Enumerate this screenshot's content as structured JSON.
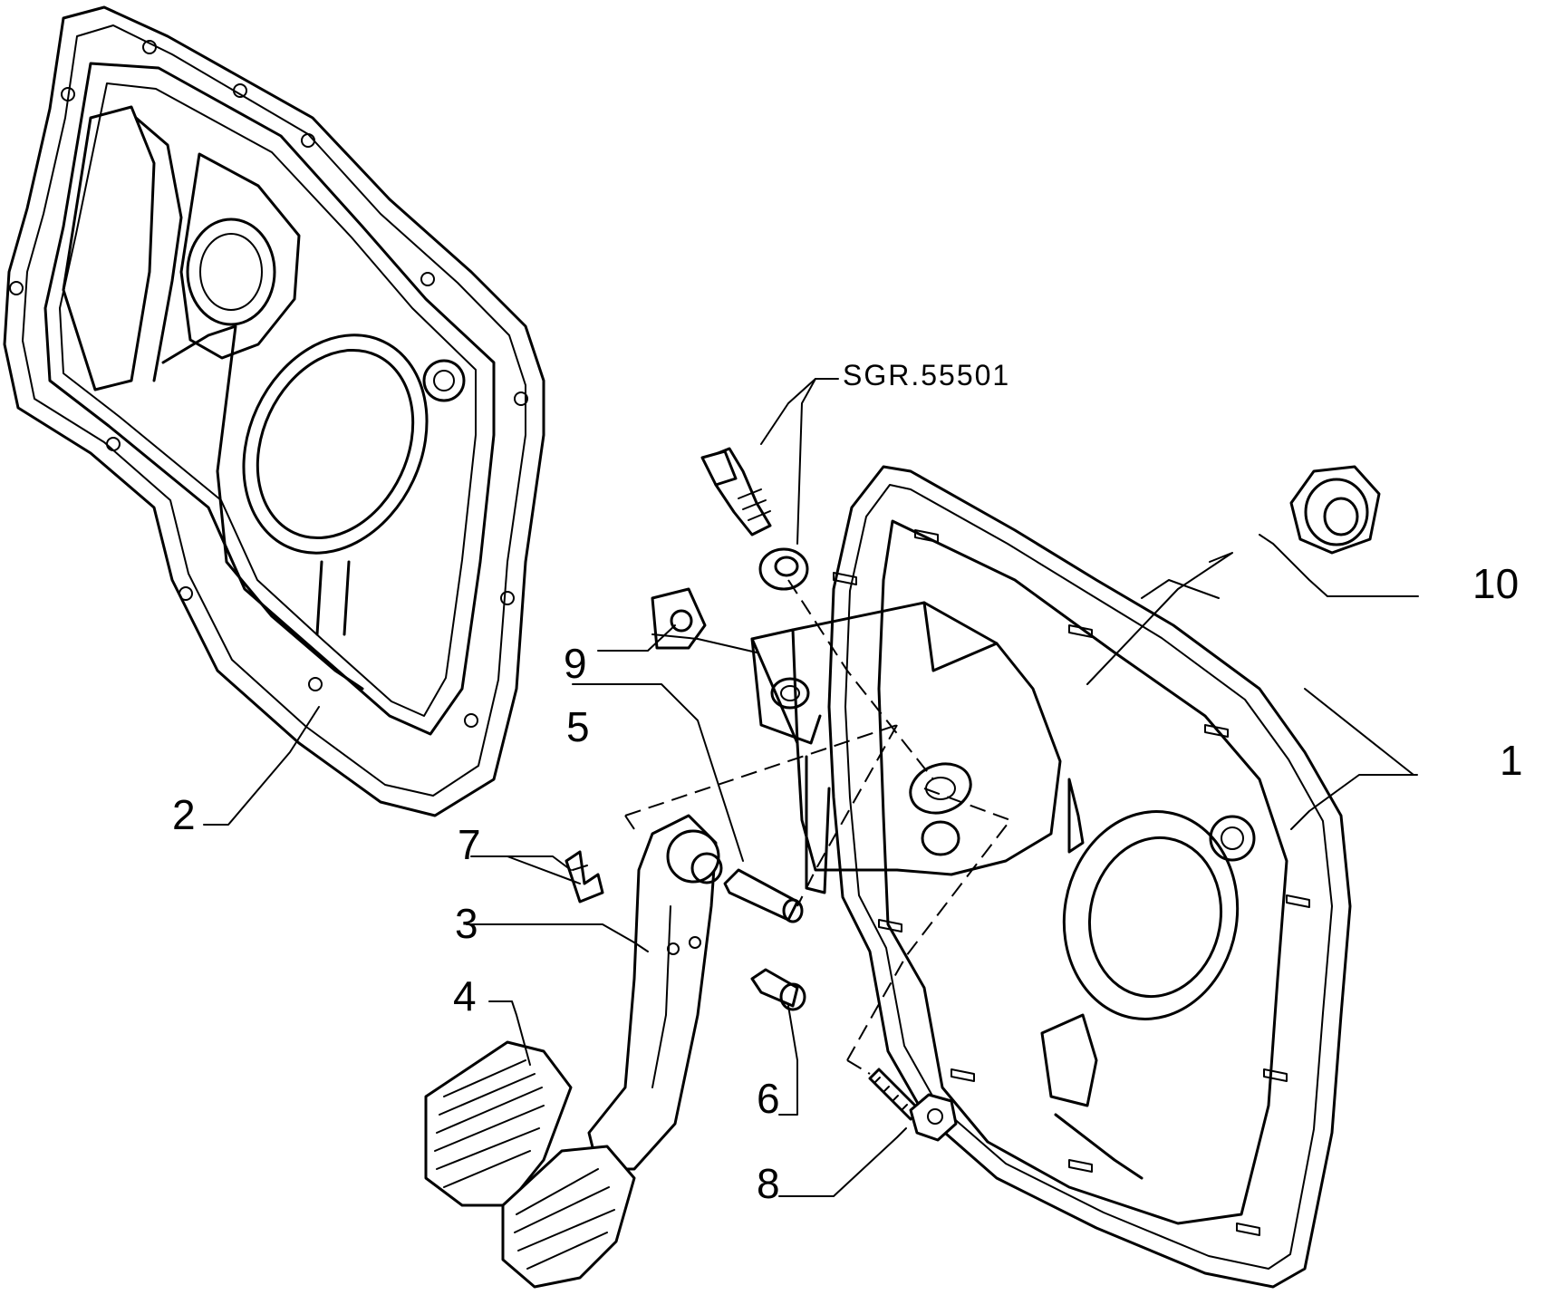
{
  "reference_code": "SGR.55501",
  "callouts": [
    {
      "id": "c1",
      "number": "1"
    },
    {
      "id": "c2",
      "number": "2"
    },
    {
      "id": "c3",
      "number": "3"
    },
    {
      "id": "c4",
      "number": "4"
    },
    {
      "id": "c5",
      "number": "5"
    },
    {
      "id": "c6",
      "number": "6"
    },
    {
      "id": "c7",
      "number": "7"
    },
    {
      "id": "c8",
      "number": "8"
    },
    {
      "id": "c9",
      "number": "9"
    },
    {
      "id": "c10",
      "number": "10"
    }
  ]
}
